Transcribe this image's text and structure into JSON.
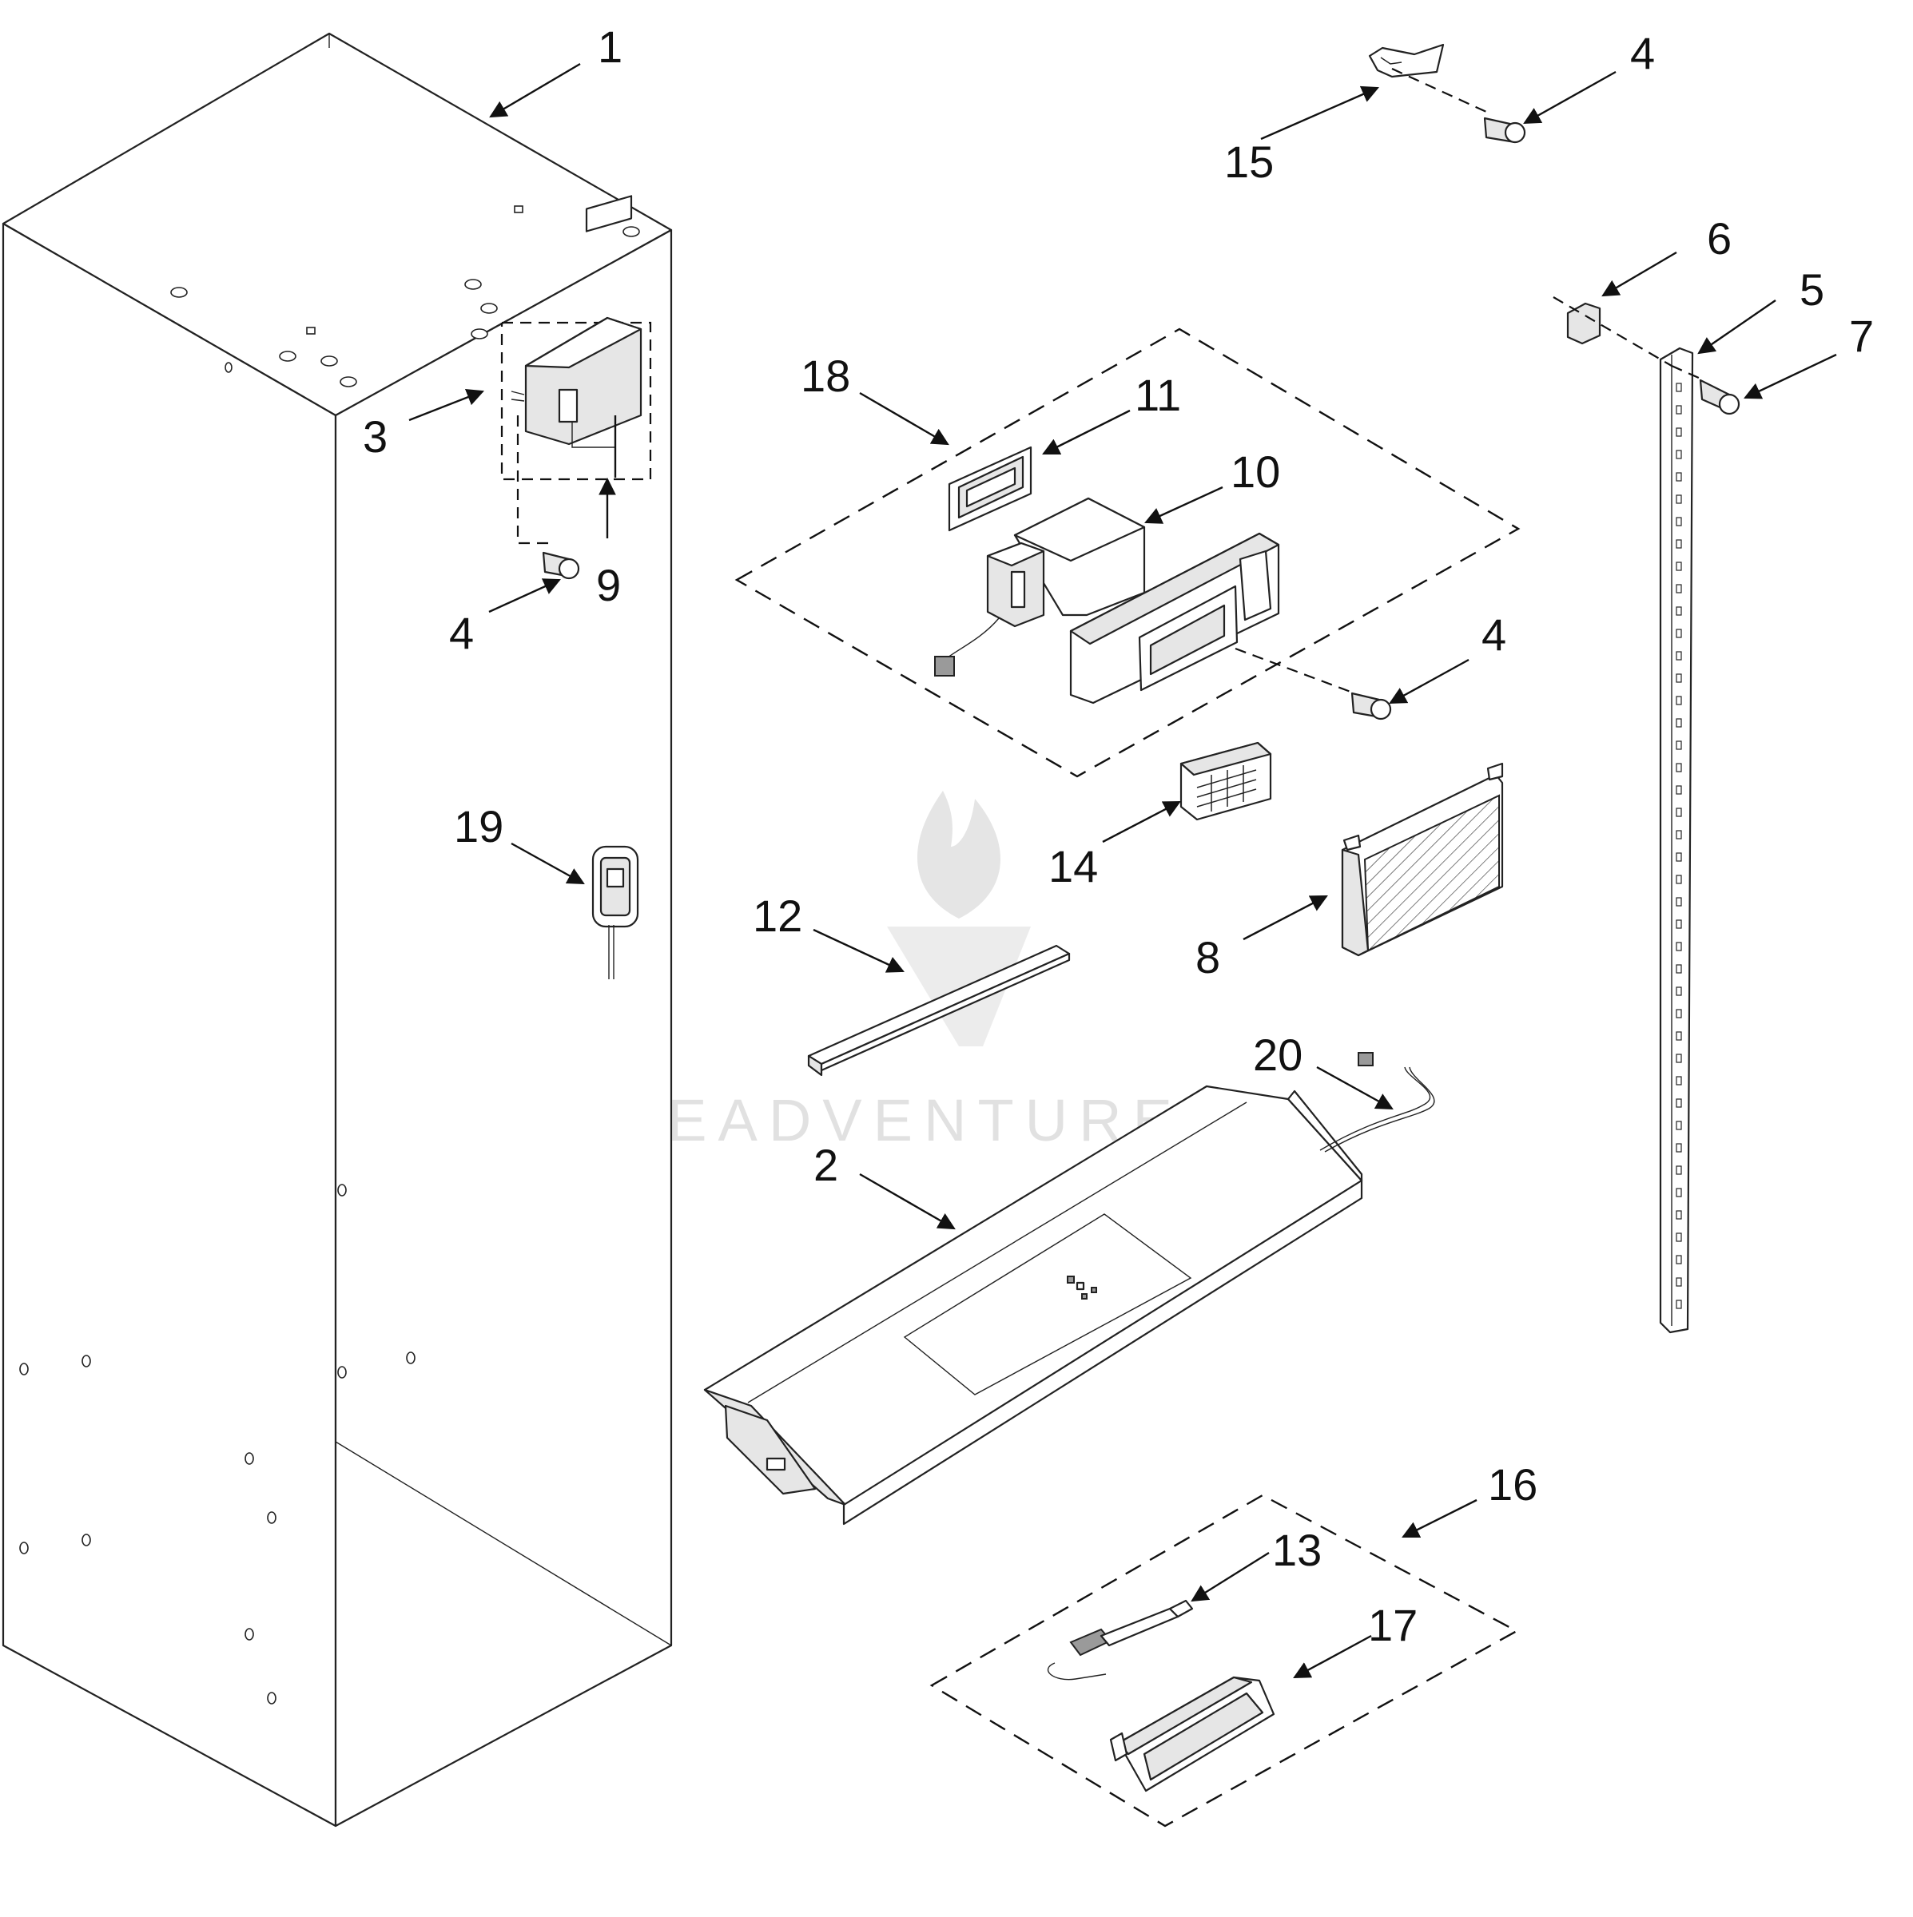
{
  "callouts": {
    "c1": "1",
    "c2": "2",
    "c3": "3",
    "c4a": "4",
    "c4b": "4",
    "c4c": "4",
    "c5": "5",
    "c6": "6",
    "c7": "7",
    "c8": "8",
    "c9": "9",
    "c10": "10",
    "c11": "11",
    "c12": "12",
    "c13": "13",
    "c14": "14",
    "c15": "15",
    "c16": "16",
    "c17": "17",
    "c18": "18",
    "c19": "19",
    "c20": "20"
  },
  "watermark": {
    "text": "LEADVENTURE"
  },
  "colors": {
    "line": "#222222",
    "background": "#ffffff",
    "watermark": "#c9c9c9"
  }
}
